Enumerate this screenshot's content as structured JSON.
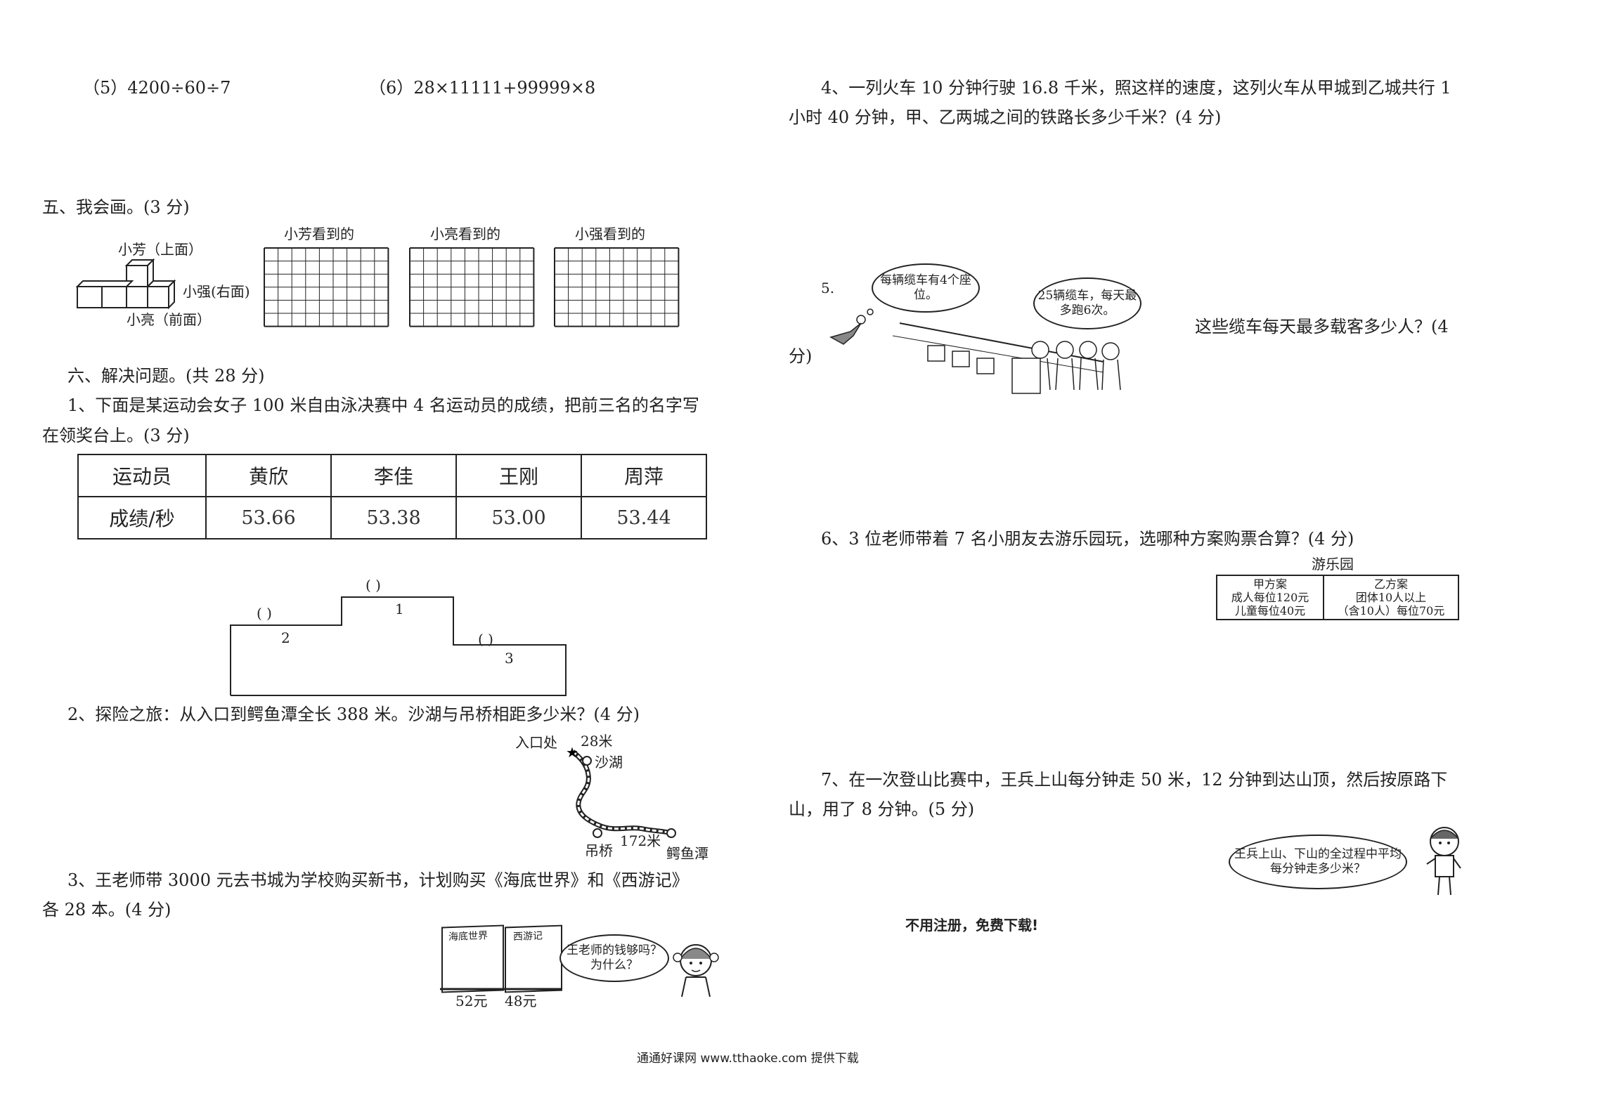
{
  "left": {
    "calc5": "（5）4200÷60÷7",
    "calc6": "（6）28×11111+99999×8",
    "s5": {
      "title": "五、我会画。(3 分)",
      "label_top": "小芳（上面）",
      "label_right": "小强(右面)",
      "label_front": "小亮（前面）",
      "grid_titles": [
        "小芳看到的",
        "小亮看到的",
        "小强看到的"
      ]
    },
    "s6": {
      "title": "六、解决问题。(共 28 分)",
      "q1_line1": "1、下面是某运动会女子 100 米自由泳决赛中 4 名运动员的成绩，把前三名的名字写",
      "q1_line2": "在领奖台上。(3 分)",
      "table": {
        "row1": [
          "运动员",
          "黄欣",
          "李佳",
          "王刚",
          "周萍"
        ],
        "row2": [
          "成绩/秒",
          "53.66",
          "53.38",
          "53.00",
          "53.44"
        ]
      },
      "podium": {
        "blank": "(         )",
        "p1": "1",
        "p2": "2",
        "p3": "3"
      },
      "q2": "2、探险之旅：从入口到鳄鱼潭全长 388 米。沙湖与吊桥相距多少米？(4 分)",
      "map": {
        "entrance": "入口处",
        "d1": "28米",
        "lake": "沙湖",
        "bridge": "吊桥",
        "d2": "172米",
        "pond": "鳄鱼潭"
      },
      "q3_line1": "3、王老师带 3000 元去书城为学校购买新书，计划购买《海底世界》和《西游记》",
      "q3_line2": "各 28 本。(4 分)",
      "books": {
        "b1": "海底世界",
        "b2": "西游记",
        "p1": "52元",
        "p2": "48元",
        "speech": "王老师的钱够吗？为什么？"
      }
    }
  },
  "right": {
    "q4_line1": "4、一列火车 10 分钟行驶 16.8 千米，照这样的速度，这列火车从甲城到乙城共行 1",
    "q4_line2": "小时 40 分钟，甲、乙两城之间的铁路长多少千米？(4 分)",
    "q5": {
      "num": "5.",
      "bubble1": "每辆缆车有4个座位。",
      "bubble2": "25辆缆车，每天最多跑6次。",
      "question": "这些缆车每天最多载客多少人？(4",
      "tail": "分)"
    },
    "q6": {
      "text": "6、3 位老师带着 7 名小朋友去游乐园玩，选哪种方案购票合算？(4 分)",
      "park": "游乐园",
      "planA_title": "甲方案",
      "planA_l1": "成人每位120元",
      "planA_l2": "儿童每位40元",
      "planB_title": "乙方案",
      "planB_l1": "团体10人以上",
      "planB_l2": "（含10人）每位70元"
    },
    "q7_line1": "7、在一次登山比赛中，王兵上山每分钟走 50 米，12 分钟到达山顶，然后按原路下",
    "q7_line2": "山，用了 8 分钟。(5 分)",
    "q7_speech": "王兵上山、下山的全过程中平均每分钟走多少米？",
    "notice": "不用注册，免费下载!"
  },
  "footer": "通通好课网  www.tthaoke.com  提供下载"
}
